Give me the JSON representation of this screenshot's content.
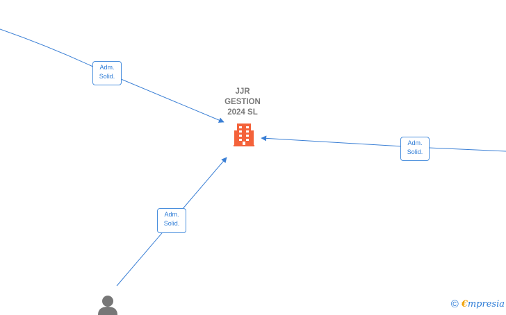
{
  "company": {
    "name_lines": [
      "JJR",
      "GESTION",
      "2024  SL"
    ],
    "icon": "building-icon",
    "color": "#f4623a"
  },
  "relations": [
    {
      "label_lines": [
        "Adm.",
        "Solid."
      ]
    },
    {
      "label_lines": [
        "Adm.",
        "Solid."
      ]
    },
    {
      "label_lines": [
        "Adm.",
        "Solid."
      ]
    }
  ],
  "person": {
    "icon": "person-icon",
    "color": "#777777"
  },
  "edge_color": "#3a7fd5",
  "footer": {
    "copyright_symbol": "©",
    "brand_initial": "€",
    "brand_rest": "mpresia"
  }
}
